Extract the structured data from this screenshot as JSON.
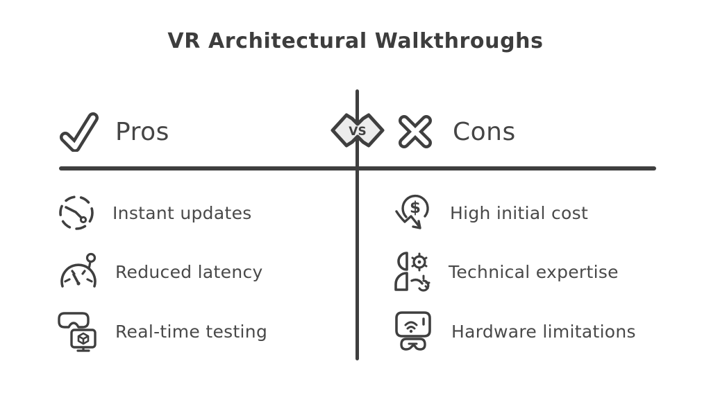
{
  "title": "VR Architectural Walkthroughs",
  "vs_badge": {
    "label": "VS"
  },
  "pros": {
    "heading": "Pros",
    "heading_icon": "checkmark-icon",
    "items": [
      {
        "icon": "clock-icon",
        "label": "Instant updates"
      },
      {
        "icon": "gauge-icon",
        "label": "Reduced latency"
      },
      {
        "icon": "vr-headset-monitor-icon",
        "label": "Real-time testing"
      }
    ]
  },
  "cons": {
    "heading": "Cons",
    "heading_icon": "cross-icon",
    "items": [
      {
        "icon": "dollar-decline-icon",
        "label": "High initial cost"
      },
      {
        "icon": "person-gear-icon",
        "label": "Technical expertise"
      },
      {
        "icon": "screen-signal-goggles-icon",
        "label": "Hardware limitations"
      }
    ]
  },
  "glyphs": {
    "dollar": "$"
  },
  "colors": {
    "ink": "#3f3f3f",
    "text": "#494949",
    "title": "#3d3d3d",
    "badge_fill": "#ececec",
    "background": "#ffffff"
  }
}
